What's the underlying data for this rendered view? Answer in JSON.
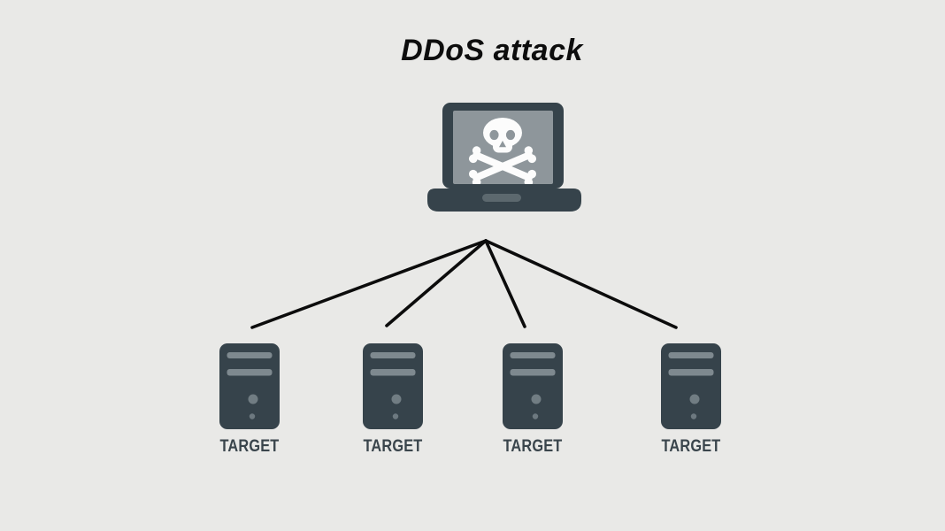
{
  "title": "DDoS attack",
  "attacker": {
    "icon": "laptop-skull-icon",
    "screen_symbol": "skull-and-crossbones"
  },
  "targets": [
    {
      "label": "TARGET",
      "icon": "server-tower-icon"
    },
    {
      "label": "TARGET",
      "icon": "server-tower-icon"
    },
    {
      "label": "TARGET",
      "icon": "server-tower-icon"
    },
    {
      "label": "TARGET",
      "icon": "server-tower-icon"
    }
  ],
  "colors": {
    "background": "#e9e9e7",
    "title": "#0d0d0d",
    "device": "#36434b",
    "screen": "#8e969b",
    "skull": "#fcfcfc",
    "bars": "#7e898f",
    "dot-big": "#717d83",
    "dot-small": "#6d7980",
    "touchpad": "#5c686e",
    "line": "#0c0c0c",
    "label": "#3a454c"
  }
}
